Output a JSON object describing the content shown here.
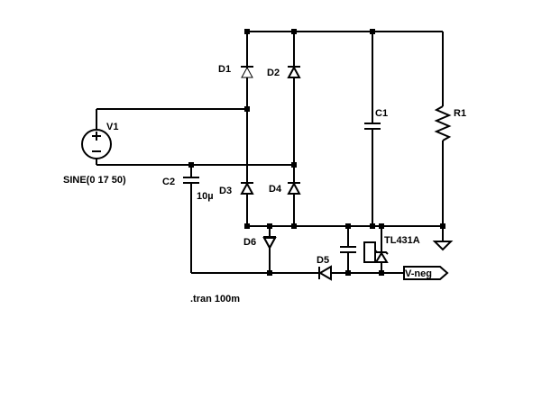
{
  "components": {
    "v1": {
      "ref": "V1",
      "value": "SINE(0 17 50)"
    },
    "d1": {
      "ref": "D1"
    },
    "d2": {
      "ref": "D2"
    },
    "d3": {
      "ref": "D3"
    },
    "d4": {
      "ref": "D4"
    },
    "d5": {
      "ref": "D5"
    },
    "d6": {
      "ref": "D6"
    },
    "c1": {
      "ref": "C1"
    },
    "c2": {
      "ref": "C2",
      "value": "10µ"
    },
    "r1": {
      "ref": "R1"
    },
    "u1": {
      "ref": "TL431A"
    }
  },
  "net_label": "V-neg",
  "directive": ".tran 100m"
}
